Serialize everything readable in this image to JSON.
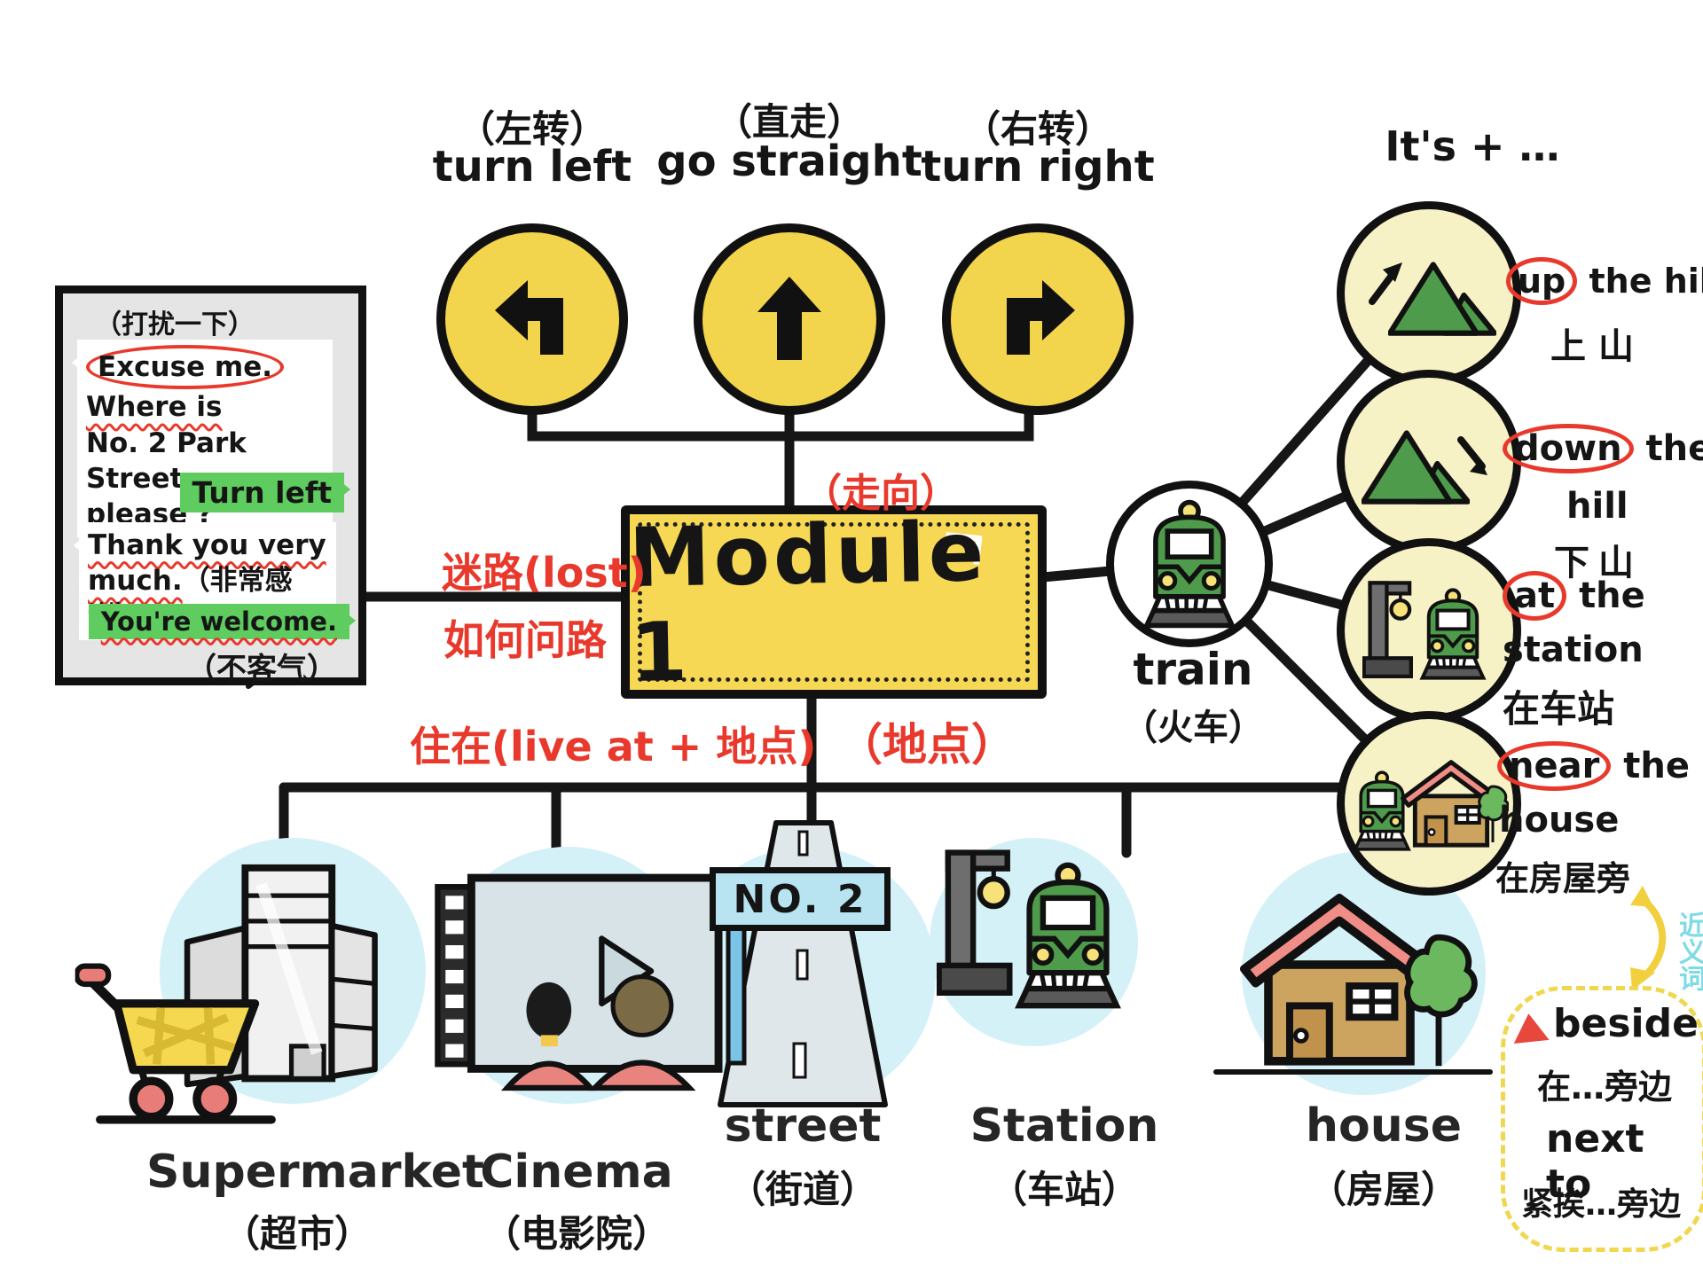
{
  "signs": {
    "left": {
      "zh": "（左转）",
      "en": "turn left"
    },
    "straight": {
      "zh": "（直走）",
      "en": "go straight"
    },
    "right": {
      "zh": "（右转）",
      "en": "turn right"
    }
  },
  "module": {
    "title": "Module 1"
  },
  "red_notes": {
    "direction": "（走向）",
    "lost": "迷路(lost)",
    "how_to_ask": "如何问路",
    "live_at": "住在(live at + 地点)",
    "place": "（地点）"
  },
  "dialog": {
    "disturb": "（打扰一下）",
    "excuse_me": "Excuse me.",
    "where_is": "Where is",
    "street_line": "No. 2 Park Street,",
    "please": "please ?",
    "turn_left": "Turn left",
    "thanks_1": "Thank you very",
    "thanks_2": "much.",
    "thanks_zh": "（非常感谢）",
    "welcome": "You're welcome.",
    "welcome_zh": "（不客气）"
  },
  "train": {
    "en": "train",
    "zh": "（火车）"
  },
  "its_plus": "It's + …",
  "phrases": {
    "up": {
      "circled": "up",
      "rest": "the hill",
      "zh": "上山"
    },
    "down": {
      "circled": "down",
      "rest": "the",
      "line2": "hill",
      "zh": "下山"
    },
    "at": {
      "circled": "at",
      "rest": "the",
      "line2": "station",
      "zh": "在车站"
    },
    "near": {
      "circled": "near",
      "rest": "the",
      "line2": "house",
      "zh": "在房屋旁"
    }
  },
  "synonyms": {
    "vertical_label": "近义词",
    "beside": "beside",
    "beside_zh": "在…旁边",
    "next_to": "next to",
    "next_to_zh": "紧挨…旁边"
  },
  "street_sign": "NO. 2",
  "places": [
    {
      "en": "Supermarket",
      "zh": "（超市）"
    },
    {
      "en": "Cinema",
      "zh": "（电影院）"
    },
    {
      "en": "street",
      "zh": "（街道）"
    },
    {
      "en": "Station",
      "zh": "（车站）"
    },
    {
      "en": "house",
      "zh": "（房屋）"
    }
  ],
  "colors": {
    "sign_yellow": "#F2D44D",
    "module_yellow": "#F6D854",
    "pale_yellow": "#F7F2C6",
    "red_pen": "#E8392C",
    "green_highlight": "#5ECC5E",
    "train_green": "#4E9B4B",
    "light_blue_circle": "#D5F1F8",
    "house_tan": "#CDA360",
    "roof_pink": "#F08D86",
    "tree_green": "#6CB85F",
    "lamp_gray": "#6E6E6E",
    "dialog_gray": "#E5E5E5",
    "street_sign_blue": "#B8E4F2"
  }
}
